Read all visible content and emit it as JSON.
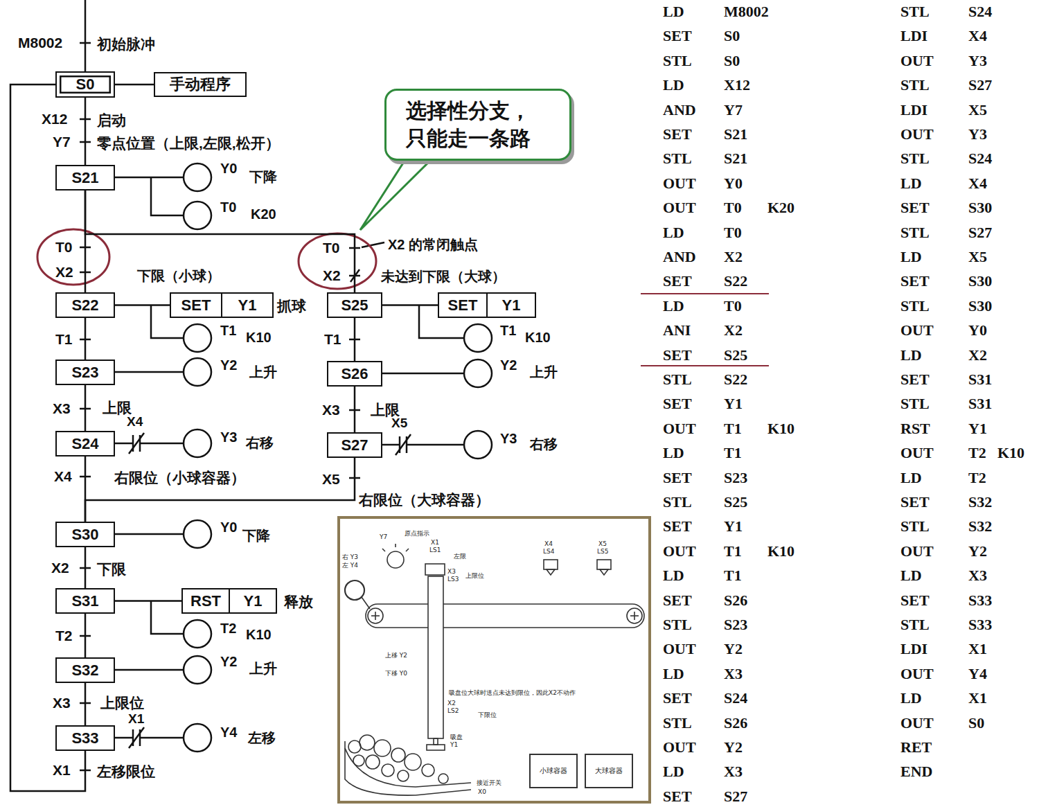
{
  "diagram": {
    "nodes": [
      {
        "text": [
          "S0"
        ]
      },
      {
        "text": [
          "手动程序"
        ]
      },
      {
        "text": [
          "选择性分支， 只能走一条路"
        ]
      },
      {
        "text": [
          "S21"
        ]
      },
      {
        "text": [
          "S22"
        ]
      },
      {
        "text": [
          "SET",
          "Y1"
        ]
      },
      {
        "text": [
          "S25"
        ]
      },
      {
        "text": [
          "SET",
          "Y1"
        ]
      },
      {
        "text": [
          "S23"
        ]
      },
      {
        "text": [
          "S26"
        ]
      },
      {
        "text": [
          "S24"
        ]
      },
      {
        "text": [
          "S27"
        ]
      },
      {
        "text": [
          "S30"
        ]
      },
      {
        "text": [
          "S31"
        ]
      },
      {
        "text": [
          "RST",
          "Y1"
        ]
      },
      {
        "text": [
          "S32"
        ]
      },
      {
        "text": [
          "S33"
        ]
      },
      {
        "text": [
          "小球容器"
        ]
      },
      {
        "text": [
          "大球容器"
        ]
      }
    ],
    "edges": [
      {
        "from": 0,
        "to": 1,
        "arrow": "none"
      },
      {
        "from": 0,
        "to": 3,
        "arrow": "none"
      },
      {
        "from": 3,
        "to": 4,
        "arrow": "none"
      },
      {
        "from": 3,
        "to": 6,
        "arrow": "none"
      },
      {
        "from": 4,
        "to": 5,
        "arrow": "none"
      },
      {
        "from": 6,
        "to": 7,
        "arrow": "none"
      },
      {
        "from": 4,
        "to": 8,
        "arrow": "none"
      },
      {
        "from": 8,
        "to": 10,
        "arrow": "none"
      },
      {
        "from": 10,
        "to": 12,
        "arrow": "none"
      },
      {
        "from": 6,
        "to": 9,
        "arrow": "none"
      },
      {
        "from": 9,
        "to": 11,
        "arrow": "none"
      },
      {
        "from": 11,
        "to": 12,
        "arrow": "none"
      },
      {
        "from": 12,
        "to": 13,
        "arrow": "none"
      },
      {
        "from": 13,
        "to": 14,
        "arrow": "none"
      },
      {
        "from": 13,
        "to": 15,
        "arrow": "none"
      },
      {
        "from": 15,
        "to": 16,
        "arrow": "none"
      },
      {
        "from": 16,
        "to": 0,
        "arrow": "none"
      }
    ],
    "labels": [
      "M8002",
      "初始脉冲",
      "X12",
      "启动",
      "Y7",
      "零点位置（上限,左限,松开）",
      "Y0",
      "下降",
      "T0",
      "K20",
      "T0",
      "X2",
      "下限（小球）",
      "T0",
      "X2 的常闭触点",
      "X2",
      "未达到下限（大球）",
      "抓球",
      "T1",
      "K10",
      "T1",
      "T1",
      "T1",
      "K10",
      "Y2",
      "上升",
      "Y2",
      "上升",
      "X3",
      "上限",
      "X4",
      "Y3",
      "右移",
      "X3",
      "上限",
      "X5",
      "Y3",
      "右移",
      "X4",
      "右限位（小球容器）",
      "X5",
      "右限位（大球容器）",
      "Y0",
      "下降",
      "X2",
      "下限",
      "释放",
      "T2",
      "K10",
      "T2",
      "Y2",
      "上升",
      "X3",
      "上限位",
      "X1",
      "Y4",
      "左移",
      "X1",
      "左移限位",
      "LD",
      "M8002",
      "SET",
      "S0",
      "STL",
      "S0",
      "LD",
      "X12",
      "AND",
      "Y7",
      "SET",
      "S21",
      "STL",
      "S21",
      "OUT",
      "Y0",
      "OUT",
      "T0",
      "K20",
      "LD",
      "T0",
      "AND",
      "X2",
      "SET",
      "S22",
      "LD",
      "T0",
      "ANI",
      "X2",
      "SET",
      "S25",
      "STL",
      "S22",
      "SET",
      "Y1",
      "OUT",
      "T1",
      "K10",
      "LD",
      "T1",
      "SET",
      "S23",
      "STL",
      "S25",
      "SET",
      "Y1",
      "OUT",
      "T1",
      "K10",
      "LD",
      "T1",
      "SET",
      "S26",
      "STL",
      "S23",
      "OUT",
      "Y2",
      "LD",
      "X3",
      "SET",
      "S24",
      "STL",
      "S26",
      "OUT",
      "Y2",
      "LD",
      "X3",
      "SET",
      "S27",
      "STL",
      "S24",
      "LDI",
      "X4",
      "OUT",
      "Y3",
      "STL",
      "S27",
      "LDI",
      "X5",
      "OUT",
      "Y3",
      "STL",
      "S24",
      "LD",
      "X4",
      "SET",
      "S30",
      "STL",
      "S27",
      "LD",
      "X5",
      "SET",
      "S30",
      "STL",
      "S30",
      "OUT",
      "Y0",
      "LD",
      "X2",
      "SET",
      "S31",
      "STL",
      "S31",
      "RST",
      "Y1",
      "OUT",
      "T2",
      "K10",
      "LD",
      "T2",
      "SET",
      "S32",
      "STL",
      "S32",
      "OUT",
      "Y2",
      "LD",
      "X3",
      "SET",
      "S33",
      "STL",
      "S33",
      "LDI",
      "X1",
      "OUT",
      "Y4",
      "LD",
      "X1",
      "OUT",
      "S0",
      "RET",
      "END",
      "Y7",
      "原点指示",
      "X1",
      "LS1",
      "左限",
      "X4",
      "LS4",
      "X5",
      "LS5",
      "右 Y3",
      "左 Y4",
      "X3",
      "LS3",
      "上限位",
      "上移 Y2",
      "下移 Y0",
      "吸盘位大球时送点未达到限位，因此X2不动作",
      "X2",
      "LS2",
      "下限位",
      "吸盘",
      "Y1",
      "接近开关",
      "X0"
    ]
  }
}
